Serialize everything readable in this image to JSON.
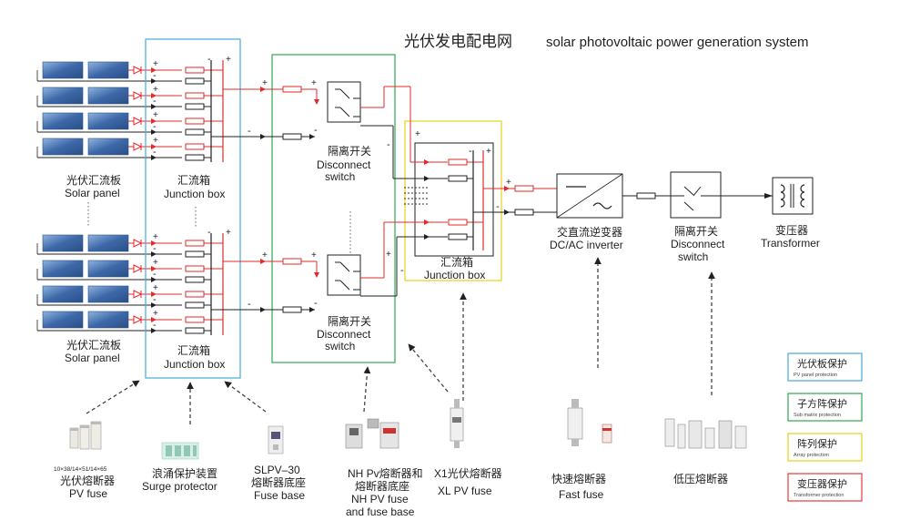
{
  "title": {
    "cn": "光伏发电配电网",
    "en": "solar photovoltaic power generation system"
  },
  "labels": {
    "solar_panel_top_cn": "光伏汇流板",
    "solar_panel_top_en": "Solar panel",
    "solar_panel_bot_cn": "光伏汇流板",
    "solar_panel_bot_en": "Solar panel",
    "junction1_top_cn": "汇流箱",
    "junction1_top_en": "Junction box",
    "junction1_bot_cn": "汇流箱",
    "junction1_bot_en": "Junction box",
    "disconnect1_top_cn": "隔离开关",
    "disconnect1_top_en1": "Disconnect",
    "disconnect1_top_en2": "switch",
    "disconnect1_bot_cn": "隔离开关",
    "disconnect1_bot_en1": "Disconnect",
    "disconnect1_bot_en2": "switch",
    "junction2_cn": "汇流箱",
    "junction2_en": "Junction box",
    "inverter_cn": "交直流逆变器",
    "inverter_en": "DC/AC inverter",
    "disconnect2_cn": "隔离开关",
    "disconnect2_en1": "Disconnect",
    "disconnect2_en2": "switch",
    "transformer_cn": "变压器",
    "transformer_en": "Transformer",
    "plus": "+",
    "minus": "-"
  },
  "products": {
    "pv_fuse_sizes": "10×38/14×51/14×65",
    "pv_fuse_cn": "光伏熔断器",
    "pv_fuse_en": "PV fuse",
    "surge_cn": "浪涌保护装置",
    "surge_en": "Surge protector",
    "fuse_base_model": "SLPV–30",
    "fuse_base_cn": "熔断器底座",
    "fuse_base_en": "Fuse base",
    "nh_cn1": "NH  Pv熔断器和",
    "nh_cn2": "熔断器底座",
    "nh_en1": "NH PV fuse",
    "nh_en2": "and fuse base",
    "xl_cn": "X1光伏熔断器",
    "xl_en": "XL  PV fuse",
    "fast_cn": "快速熔断器",
    "fast_en": "Fast fuse",
    "lv_cn": "低压熔断器"
  },
  "legend": [
    {
      "cn": "光伏板保护",
      "en": "PV panel protection",
      "color": "#4aa8d8"
    },
    {
      "cn": "子方阵保护",
      "en": "Sub matrix protection",
      "color": "#2fa84f"
    },
    {
      "cn": "阵列保护",
      "en": "Array protection",
      "color": "#e6d21a"
    },
    {
      "cn": "变压器保护",
      "en": "Transformer protection",
      "color": "#e2393b"
    }
  ],
  "colors": {
    "positive": "#e22a2a",
    "negative": "#222222",
    "panel": "#4a78b8"
  }
}
